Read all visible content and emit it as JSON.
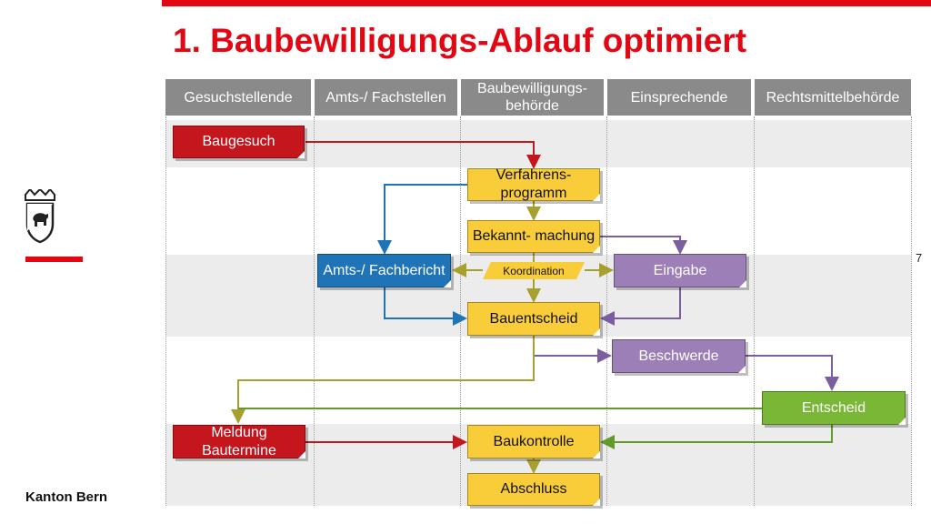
{
  "title": "1. Baubewilligungs-Ablauf optimiert",
  "footer": "Kanton Bern",
  "page_number": "7",
  "lanes": [
    "Gesuchstellende",
    "Amts-/ Fachstellen",
    "Baubewilligungs- behörde",
    "Einsprechende",
    "Rechtsmittelbehörde"
  ],
  "boxes": {
    "baugesuch": "Baugesuch",
    "verfahrensprogramm": "Verfahrens- programm",
    "bekanntmachung": "Bekannt- machung",
    "fachbericht": "Amts-/ Fachbericht",
    "koordination": "Koordination",
    "eingabe": "Eingabe",
    "bauentscheid": "Bauentscheid",
    "beschwerde": "Beschwerde",
    "entscheid": "Entscheid",
    "meldung": "Meldung Bautermine",
    "baukontrolle": "Baukontrolle",
    "abschluss": "Abschluss"
  },
  "colors": {
    "brand_red": "#e30613",
    "box_red": "#c4161c",
    "box_yellow": "#f9cc39",
    "box_blue": "#1f73b7",
    "box_purple": "#9b7fb6",
    "box_green": "#7ab737",
    "arrow_olive": "#a8a02e",
    "lane_header": "#8a8a8a"
  }
}
